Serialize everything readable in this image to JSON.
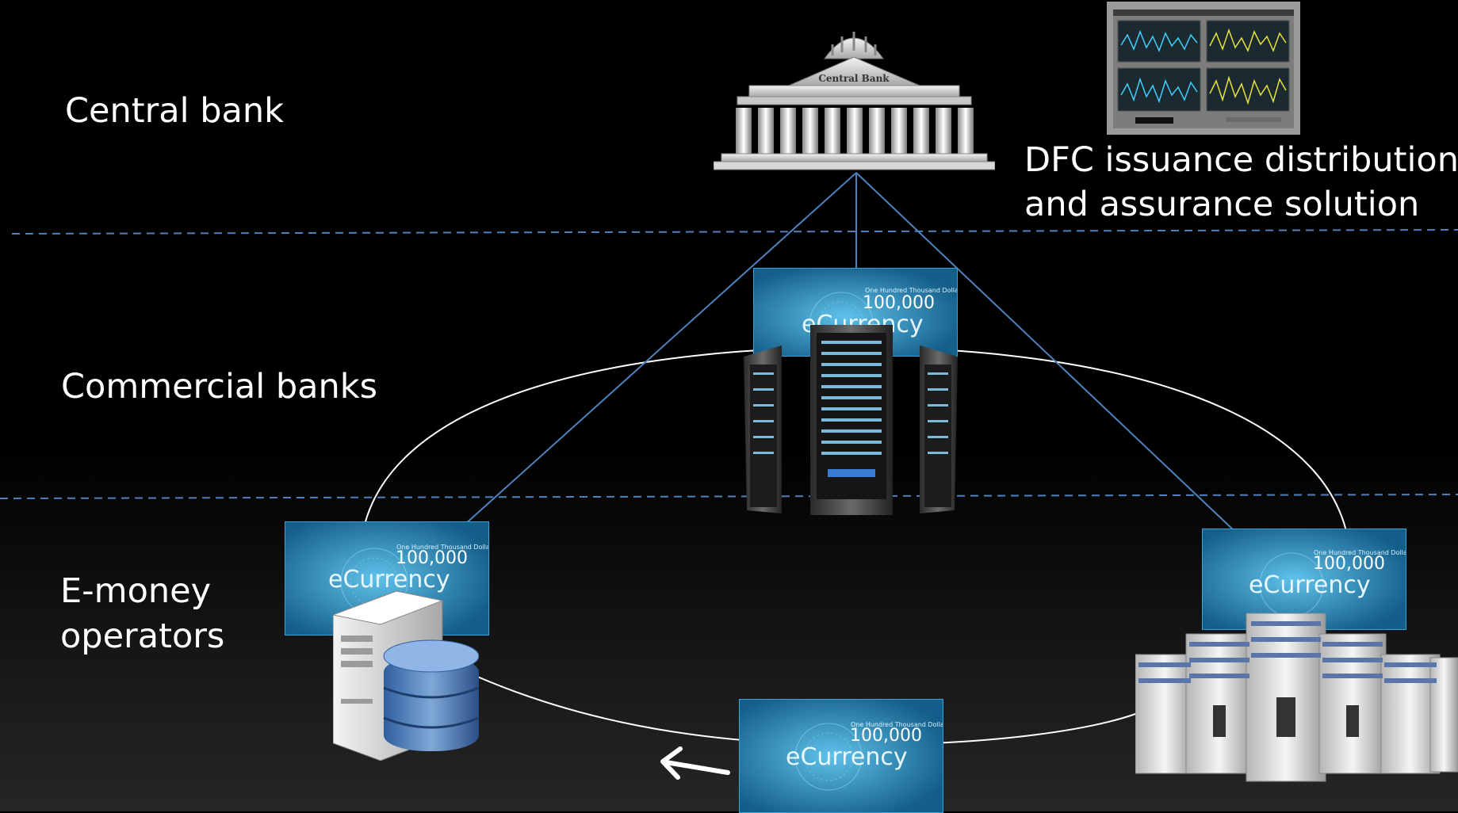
{
  "tiers": [
    {
      "label": "Central bank"
    },
    {
      "label": "Commercial banks"
    },
    {
      "label": "E-money\noperators"
    }
  ],
  "central_bank": {
    "sign_text": "Central Bank"
  },
  "dfc_solution": {
    "line1": "DFC issuance distribution",
    "line2": "and assurance solution"
  },
  "banknote": {
    "denomination": "100,000",
    "brand": "eCurrency",
    "small_print": "One Hundred Thousand Dollars"
  },
  "colors": {
    "background": "#000000",
    "divider": "#4f81bd",
    "hierarchy_line": "#4f81bd",
    "ring": "#ffffff",
    "note_blue": "#1f7fb0",
    "chart_green": "#3fd0ff",
    "chart_yellow": "#e6e23a"
  },
  "icons": [
    "central-bank-building-icon",
    "dashboard-monitor-icon",
    "server-rack-icon",
    "database-server-icon",
    "server-cluster-icon",
    "flow-arrow-icon"
  ]
}
